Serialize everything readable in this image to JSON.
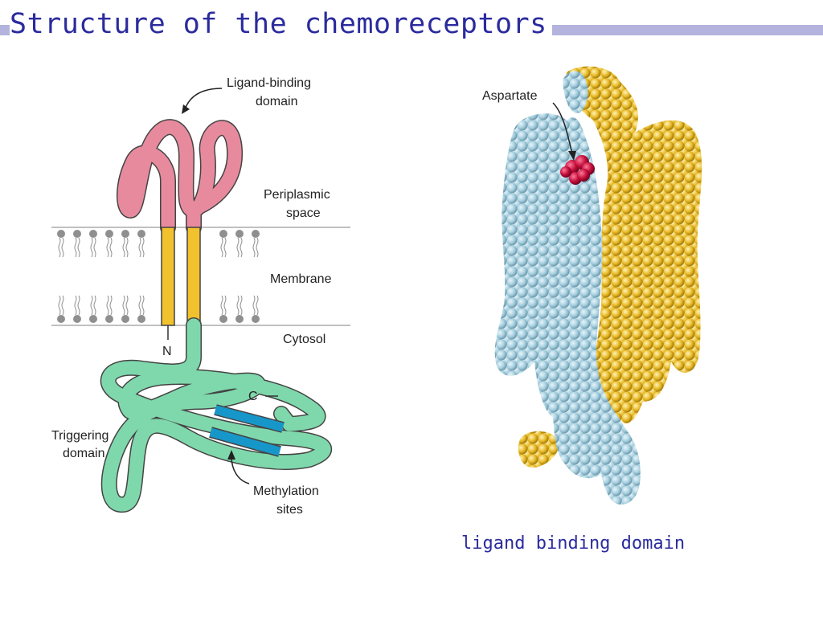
{
  "slide": {
    "title": "Structure of the chemoreceptors",
    "caption": "ligand binding domain"
  },
  "left_diagram": {
    "labels": {
      "ligand_binding_1": "Ligand-binding",
      "ligand_binding_2": "domain",
      "periplasmic_1": "Periplasmic",
      "periplasmic_2": "space",
      "membrane": "Membrane",
      "cytosol": "Cytosol",
      "n_terminus": "N",
      "c_terminus": "C",
      "triggering_1": "Triggering",
      "triggering_2": "domain",
      "methylation_1": "Methylation",
      "methylation_2": "sites"
    },
    "colors": {
      "periplasmic_segment": "#e88a9d",
      "membrane_segment": "#f2c12e",
      "cytosolic_segment": "#7fd8ac",
      "methylation_segment": "#1797c9",
      "lipid": "#8f8f8f"
    }
  },
  "right_diagram": {
    "labels": {
      "aspartate": "Aspartate"
    },
    "colors": {
      "subunit_a": "#a8d0e0",
      "subunit_b": "#e9bb2a",
      "aspartate": "#c4103d"
    }
  }
}
